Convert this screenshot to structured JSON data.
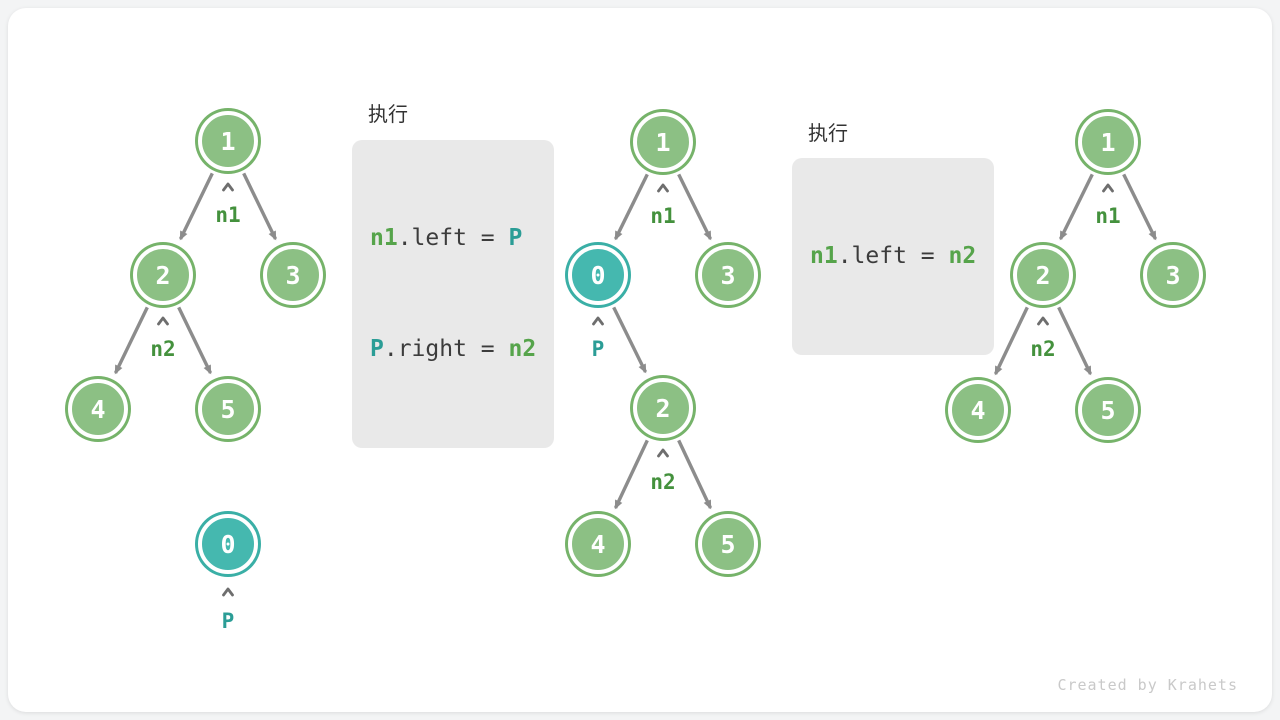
{
  "watermark": "Created by Krahets",
  "colors": {
    "node_green_fill": "#8CC084",
    "node_green_ring": "#76B36A",
    "node_teal_fill": "#45B8AF",
    "label_green": "#44913D",
    "label_teal": "#2B9D96",
    "edge_gray": "#8C8C8C",
    "block_arrow_gray": "#BFBFBF",
    "code_bg": "#E9E9E9",
    "code_text": "#3C3C3C",
    "code_green": "#56A44B",
    "code_teal": "#2B9D96"
  },
  "panel1": {
    "exec_label": "执行",
    "code": {
      "line1": {
        "seg1": "n1",
        "seg2": ".left = ",
        "seg3": "P"
      },
      "line2": {
        "seg1": "P",
        "seg2": ".right = ",
        "seg3": "n2"
      }
    }
  },
  "panel2": {
    "exec_label": "执行",
    "code": {
      "line1": {
        "seg1": "n1",
        "seg2": ".left = ",
        "seg3": "n2"
      }
    }
  },
  "tree_left": {
    "nodes": {
      "n_1": "1",
      "n_2": "2",
      "n_3": "3",
      "n_4": "4",
      "n_5": "5",
      "n_0": "0"
    },
    "labels": {
      "n1": "n1",
      "n2": "n2",
      "p": "P"
    }
  },
  "tree_middle": {
    "nodes": {
      "n_1": "1",
      "n_0": "0",
      "n_3": "3",
      "n_2": "2",
      "n_4": "4",
      "n_5": "5"
    },
    "labels": {
      "n1": "n1",
      "p": "P",
      "n2": "n2"
    }
  },
  "tree_right": {
    "nodes": {
      "n_1": "1",
      "n_2": "2",
      "n_3": "3",
      "n_4": "4",
      "n_5": "5"
    },
    "labels": {
      "n1": "n1",
      "n2": "n2"
    }
  }
}
